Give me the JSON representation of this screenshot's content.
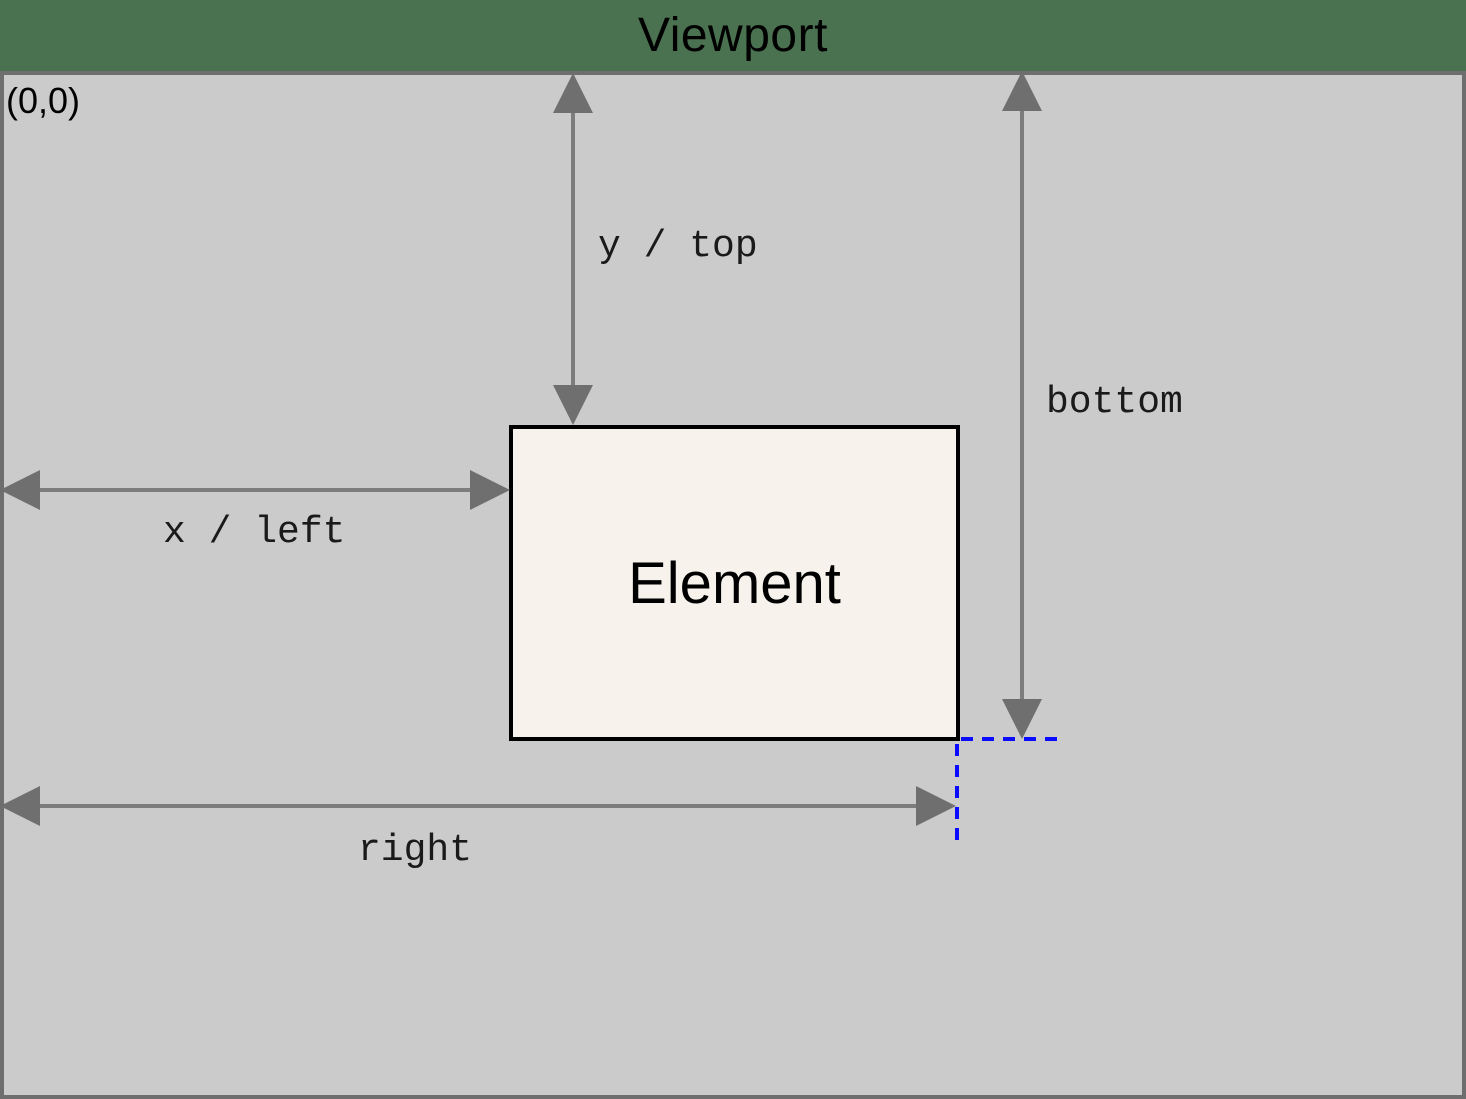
{
  "title": "Viewport",
  "origin_label": "(0,0)",
  "element_label": "Element",
  "measurements": {
    "y_top": "y / top",
    "x_left": "x / left",
    "bottom": "bottom",
    "right": "right"
  },
  "colors": {
    "header_green": "#4a7150",
    "viewport_gray": "#cbcbcb",
    "border_gray": "#6e6e6e",
    "arrow_line_gray": "#7d7d7d",
    "arrowhead_gray": "#6f6f6f",
    "element_fill": "#f7f3ec",
    "element_border": "#000000",
    "guide_blue": "#0a0aff",
    "text_black": "#000000",
    "label_ink": "#1a1a1a"
  }
}
